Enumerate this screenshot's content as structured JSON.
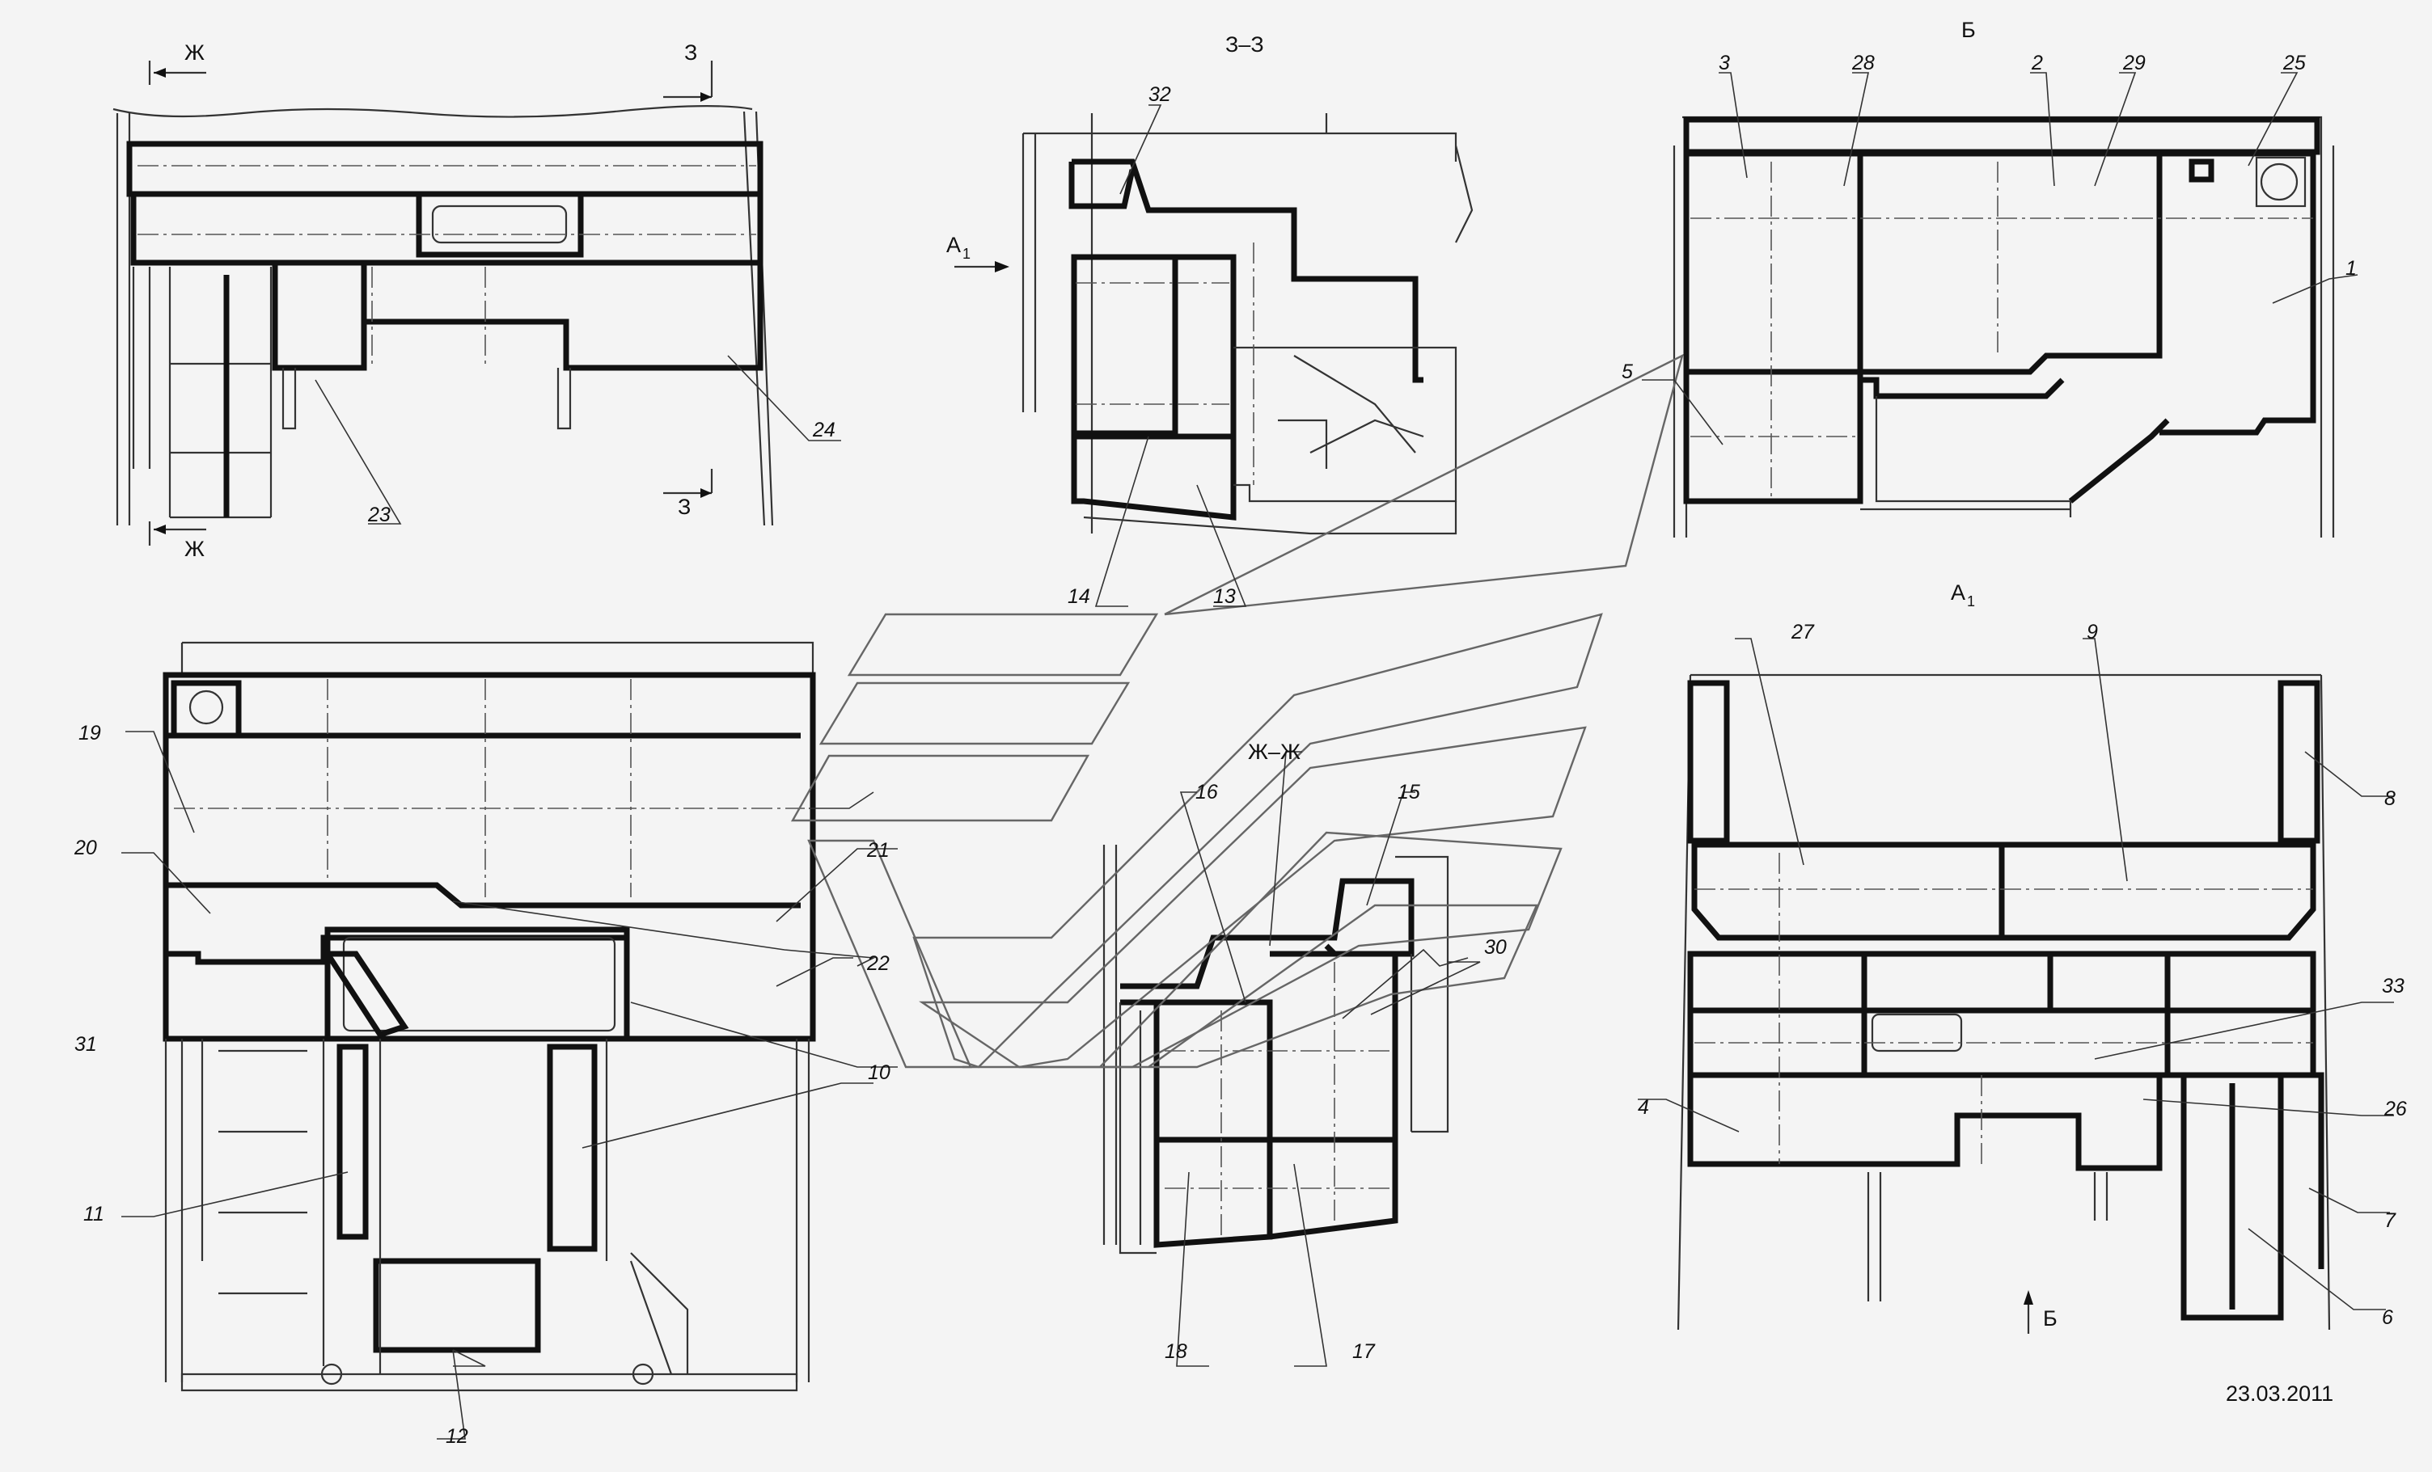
{
  "views": {
    "v1": {
      "cut_top_left": "Ж",
      "cut_bottom_left": "Ж",
      "cut_top_right": "З",
      "cut_bottom_right": "З"
    },
    "v2": {
      "title": "З–З",
      "arrow_label": "А",
      "arrow_sub": "1"
    },
    "v3": {
      "title": "Б"
    },
    "v4": {
      "title": "Ж–Ж"
    },
    "v5": {
      "title": "А",
      "title_sub": "1",
      "arrow_label": "Б"
    }
  },
  "callouts": {
    "c1": "1",
    "c2": "2",
    "c3": "3",
    "c4": "4",
    "c5": "5",
    "c6": "6",
    "c7": "7",
    "c8": "8",
    "c9": "9",
    "c10": "10",
    "c11": "11",
    "c12": "12",
    "c13": "13",
    "c14": "14",
    "c15": "15",
    "c16": "16",
    "c17": "17",
    "c18": "18",
    "c19": "19",
    "c20": "20",
    "c21": "21",
    "c22": "22",
    "c23": "23",
    "c24": "24",
    "c25": "25",
    "c26": "26",
    "c27": "27",
    "c28": "28",
    "c29": "29",
    "c30": "30",
    "c31": "31",
    "c32": "32",
    "c33": "33"
  },
  "footer": {
    "date": "23.03.2011"
  }
}
